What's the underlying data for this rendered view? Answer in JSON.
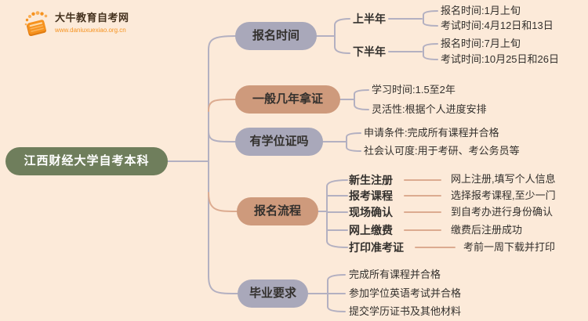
{
  "logo": {
    "site_name": "大牛教育自考网",
    "site_url": "www.daniuxuexiao.org.cn"
  },
  "root": {
    "label": "江西财经大学自考本科"
  },
  "branches": [
    {
      "id": "registration-time",
      "label": "报名时间",
      "children": [
        {
          "label": "上半年",
          "leaves": [
            "报名时间:1月上旬",
            "考试时间:4月12日和13日"
          ]
        },
        {
          "label": "下半年",
          "leaves": [
            "报名时间:7月上旬",
            "考试时间:10月25日和26日"
          ]
        }
      ]
    },
    {
      "id": "years-to-certificate",
      "label": "一般几年拿证",
      "leaves": [
        "学习时间:1.5至2年",
        "灵活性:根据个人进度安排"
      ]
    },
    {
      "id": "degree-certificate",
      "label": "有学位证吗",
      "leaves": [
        "申请条件:完成所有课程并合格",
        "社会认可度:用于考研、考公务员等"
      ]
    },
    {
      "id": "registration-process",
      "label": "报名流程",
      "steps": [
        {
          "label": "新生注册",
          "detail": "网上注册,填写个人信息"
        },
        {
          "label": "报考课程",
          "detail": "选择报考课程,至少一门"
        },
        {
          "label": "现场确认",
          "detail": "到自考办进行身份确认"
        },
        {
          "label": "网上缴费",
          "detail": "缴费后注册成功"
        },
        {
          "label": "打印准考证",
          "detail": "考前一周下载并打印"
        }
      ]
    },
    {
      "id": "graduation-requirements",
      "label": "毕业要求",
      "leaves": [
        "完成所有课程并合格",
        "参加学位英语考试并合格",
        "提交学历证书及其他材料"
      ]
    }
  ],
  "colors": {
    "background": "#fcead9",
    "root_fill": "#6f7e5c",
    "root_text": "#ffffff",
    "pill_gray": "#a9a8ba",
    "pill_tan": "#ce9a7c",
    "line_gray": "#b3b0c1",
    "line_tan": "#dcab90",
    "text_dark": "#33302d",
    "logo_text": "#45321f",
    "logo_orange": "#f6921e"
  }
}
